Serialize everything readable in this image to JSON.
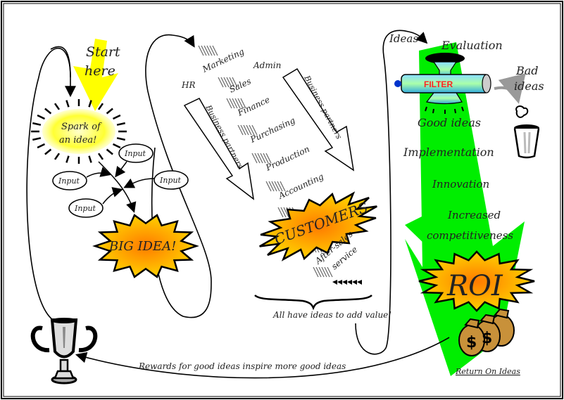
{
  "diagram": {
    "start": {
      "line1": "Start",
      "line2": "here"
    },
    "spark": {
      "line1": "Spark of",
      "line2": "an idea!"
    },
    "inputs": [
      "Input",
      "Input",
      "Input",
      "Input"
    ],
    "big_idea": "BIG IDEA!",
    "departments": [
      "Marketing",
      "Admin",
      "HR",
      "Sales",
      "Finance",
      "Purchasing",
      "Production",
      "Accounting",
      "After-sales",
      "service"
    ],
    "business_partners": [
      "Business partners",
      "Business partners"
    ],
    "customers": "CUSTOMERS",
    "all_have_ideas": "All have ideas to add value!",
    "ideas": "Ideas",
    "evaluation": "Evaluation",
    "filter": "FILTER",
    "bad_ideas": {
      "line1": "Bad",
      "line2": "ideas"
    },
    "good_ideas": "Good ideas",
    "implementation": "Implementation",
    "innovation": "Innovation",
    "increased": {
      "line1": "Increased",
      "line2": "competitiveness"
    },
    "roi": "ROI",
    "return_on_ideas": "Return On Ideas",
    "rewards": "Rewards for good ideas inspire more good ideas"
  },
  "colors": {
    "yellow": "#ffff00",
    "green": "#00ee00",
    "orange": "#ff8800",
    "gold": "#ffcc00",
    "filter_text": "#ff2222"
  }
}
